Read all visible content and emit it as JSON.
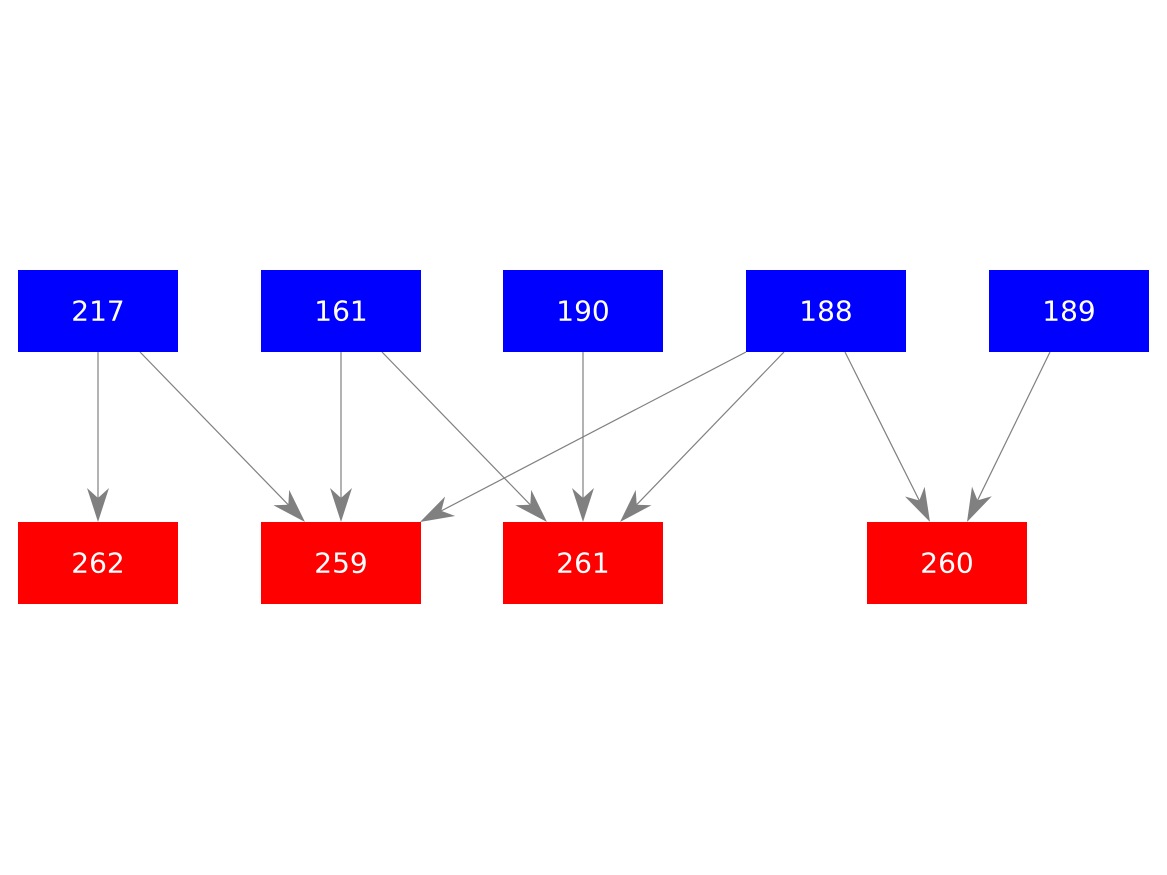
{
  "diagram": {
    "colors": {
      "source": "#0000ff",
      "target": "#ff0000",
      "edge": "#808080",
      "label": "#ffffff"
    },
    "nodes": [
      {
        "id": "217",
        "label": "217",
        "group": "source"
      },
      {
        "id": "161",
        "label": "161",
        "group": "source"
      },
      {
        "id": "190",
        "label": "190",
        "group": "source"
      },
      {
        "id": "188",
        "label": "188",
        "group": "source"
      },
      {
        "id": "189",
        "label": "189",
        "group": "source"
      },
      {
        "id": "262",
        "label": "262",
        "group": "target"
      },
      {
        "id": "259",
        "label": "259",
        "group": "target"
      },
      {
        "id": "261",
        "label": "261",
        "group": "target"
      },
      {
        "id": "260",
        "label": "260",
        "group": "target"
      }
    ],
    "edges": [
      {
        "from": "217",
        "to": "262"
      },
      {
        "from": "217",
        "to": "259"
      },
      {
        "from": "161",
        "to": "259"
      },
      {
        "from": "161",
        "to": "261"
      },
      {
        "from": "190",
        "to": "261"
      },
      {
        "from": "188",
        "to": "259"
      },
      {
        "from": "188",
        "to": "261"
      },
      {
        "from": "188",
        "to": "260"
      },
      {
        "from": "189",
        "to": "260"
      }
    ]
  }
}
